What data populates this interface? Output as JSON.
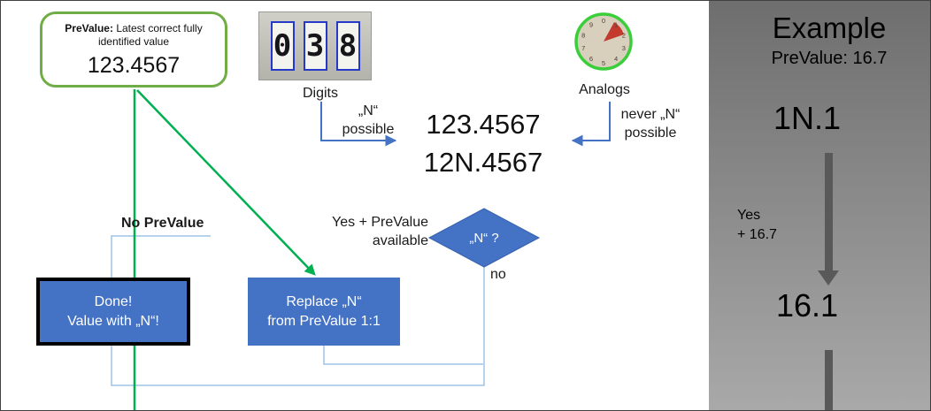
{
  "main": {
    "prevalue_box": {
      "label": "PreValue:",
      "description": "Latest correct fully\nidentified value",
      "value": "123.4567"
    },
    "digits_caption": "Digits",
    "digit_values": [
      "0",
      "3",
      "8"
    ],
    "analogs_caption": "Analogs",
    "dial_numbers": [
      "0",
      "1",
      "2",
      "3",
      "4",
      "5",
      "6",
      "7",
      "8",
      "9"
    ],
    "n_possible_label": "„N“\npossible",
    "recognized_values": "123.4567\n12N.4567",
    "never_n_label": "never „N“\npossible",
    "no_prevalue_label": "No PreValue",
    "yes_prevalue_label": "Yes + PreValue\navailable",
    "diamond_label": "„N“ ?",
    "no_label": "no",
    "done_box_label": "Done!\nValue with „N“!",
    "replace_box_label": "Replace „N“\nfrom PreValue 1:1"
  },
  "example_panel": {
    "title": "Example",
    "subtitle": "PreValue: 16.7",
    "value_before": "1N.1",
    "step_label": "Yes\n+ 16.7",
    "value_after": "16.1"
  },
  "colors": {
    "accent-blue": "#4472C4",
    "green-line": "#00B050",
    "green-border": "#70AD47",
    "connector-blue": "#9DC3E6",
    "panel-top": "#6E6E6E",
    "panel-bottom": "#A9A9A9",
    "panel-arrow": "#595959"
  }
}
